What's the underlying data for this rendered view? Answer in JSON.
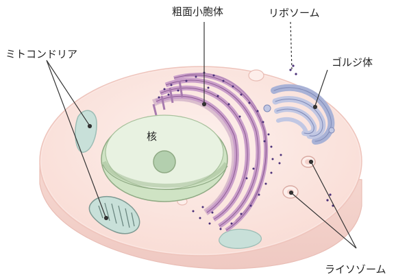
{
  "diagram": {
    "labels": {
      "rough_er": "粗面小胞体",
      "ribosome": "リボソーム",
      "mitochondria": "ミトコンドリア",
      "golgi": "ゴルジ体",
      "nucleus": "核",
      "lysosome": "ライソゾーム"
    }
  },
  "colors": {
    "cytoplasm": "#fbe3de",
    "cell_edge": "#f2cfc9",
    "nucleus_fill": "#e8f2e1",
    "nucleolus": "#b3cfae",
    "er": "#c99ec9",
    "golgi": "#c1c7e3",
    "mitochondria": "#c8e0d9",
    "ribosome": "#4a2f78",
    "leader": "#333333"
  }
}
